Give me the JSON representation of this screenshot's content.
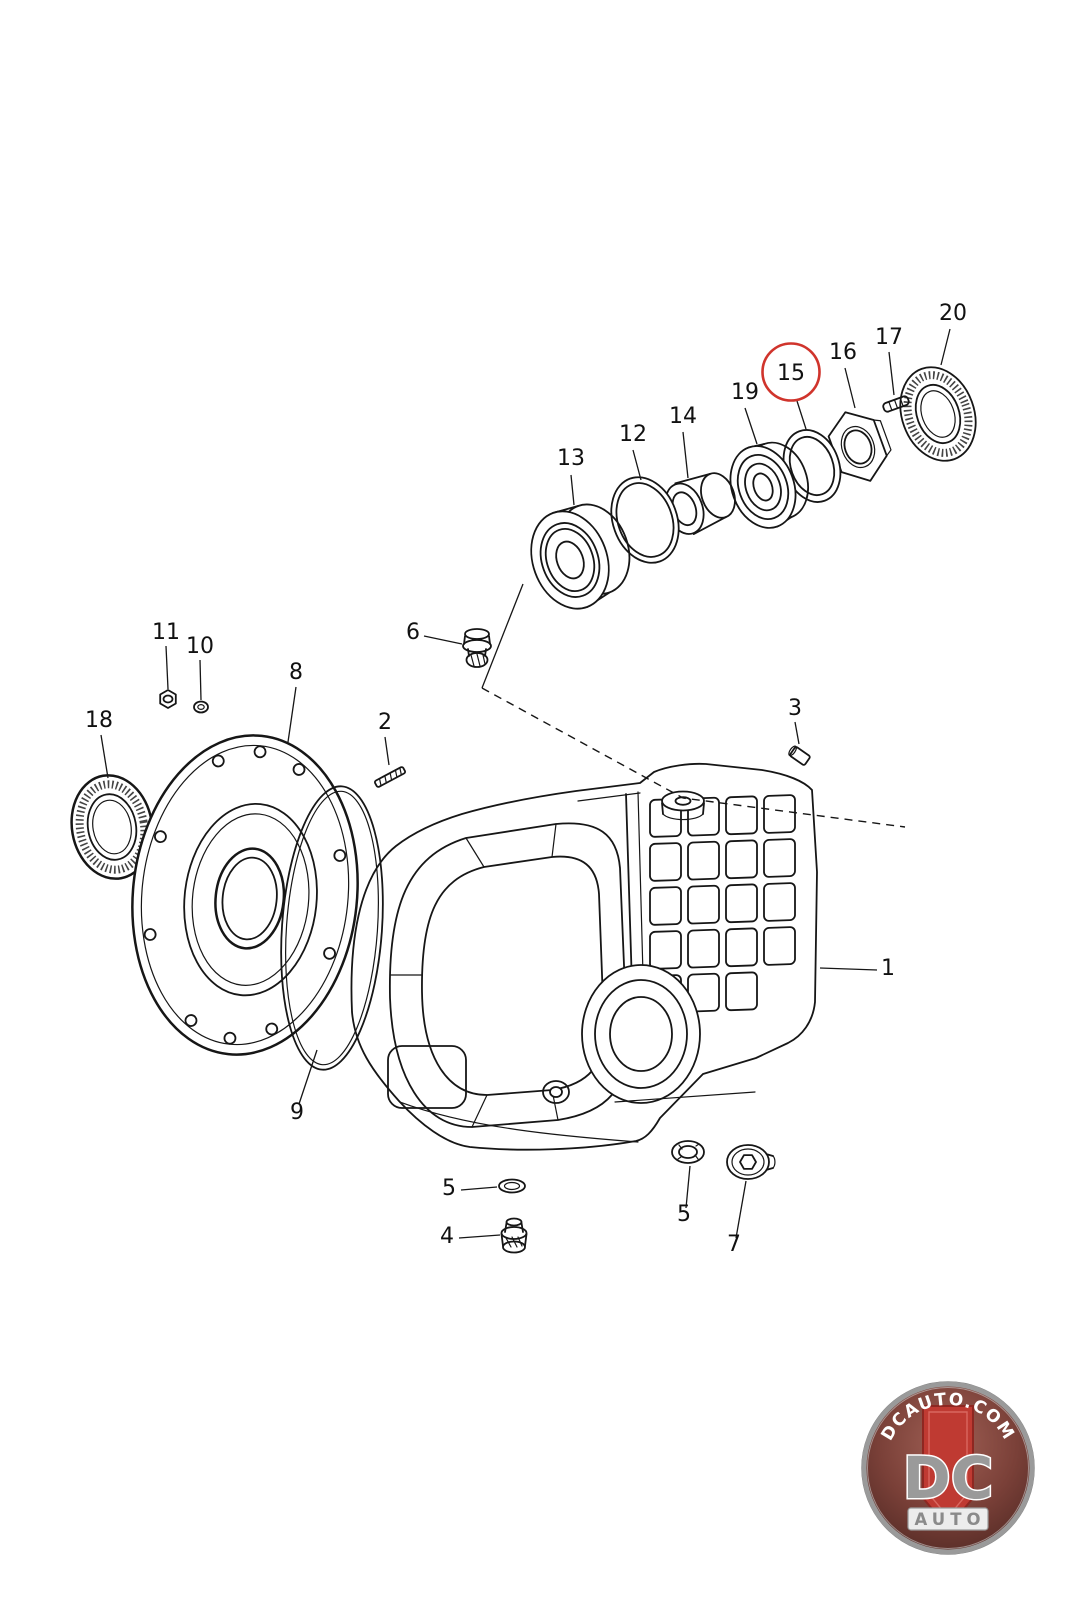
{
  "diagram": {
    "description": "Exploded parts diagram of a transaxle final-drive housing with numbered callouts",
    "line_color": "#161616",
    "background_color": "#ffffff",
    "highlight": {
      "part": "15",
      "shape": "circle",
      "color": "#d0342c"
    },
    "callouts": [
      {
        "label": "13"
      },
      {
        "label": "12"
      },
      {
        "label": "14"
      },
      {
        "label": "19"
      },
      {
        "label": "15",
        "highlighted": true
      },
      {
        "label": "16"
      },
      {
        "label": "17"
      },
      {
        "label": "20"
      },
      {
        "label": "11"
      },
      {
        "label": "10"
      },
      {
        "label": "8"
      },
      {
        "label": "18"
      },
      {
        "label": "2"
      },
      {
        "label": "6"
      },
      {
        "label": "3"
      },
      {
        "label": "9"
      },
      {
        "label": "1"
      },
      {
        "label": "5"
      },
      {
        "label": "4"
      },
      {
        "label": "5"
      },
      {
        "label": "7"
      }
    ]
  },
  "logo": {
    "arc_text": "DCAUTO.COM",
    "main_text": "DC",
    "sub_text": "AUTO",
    "shield_color": "#bf3a32",
    "ring_color": "#9a9a9a"
  }
}
